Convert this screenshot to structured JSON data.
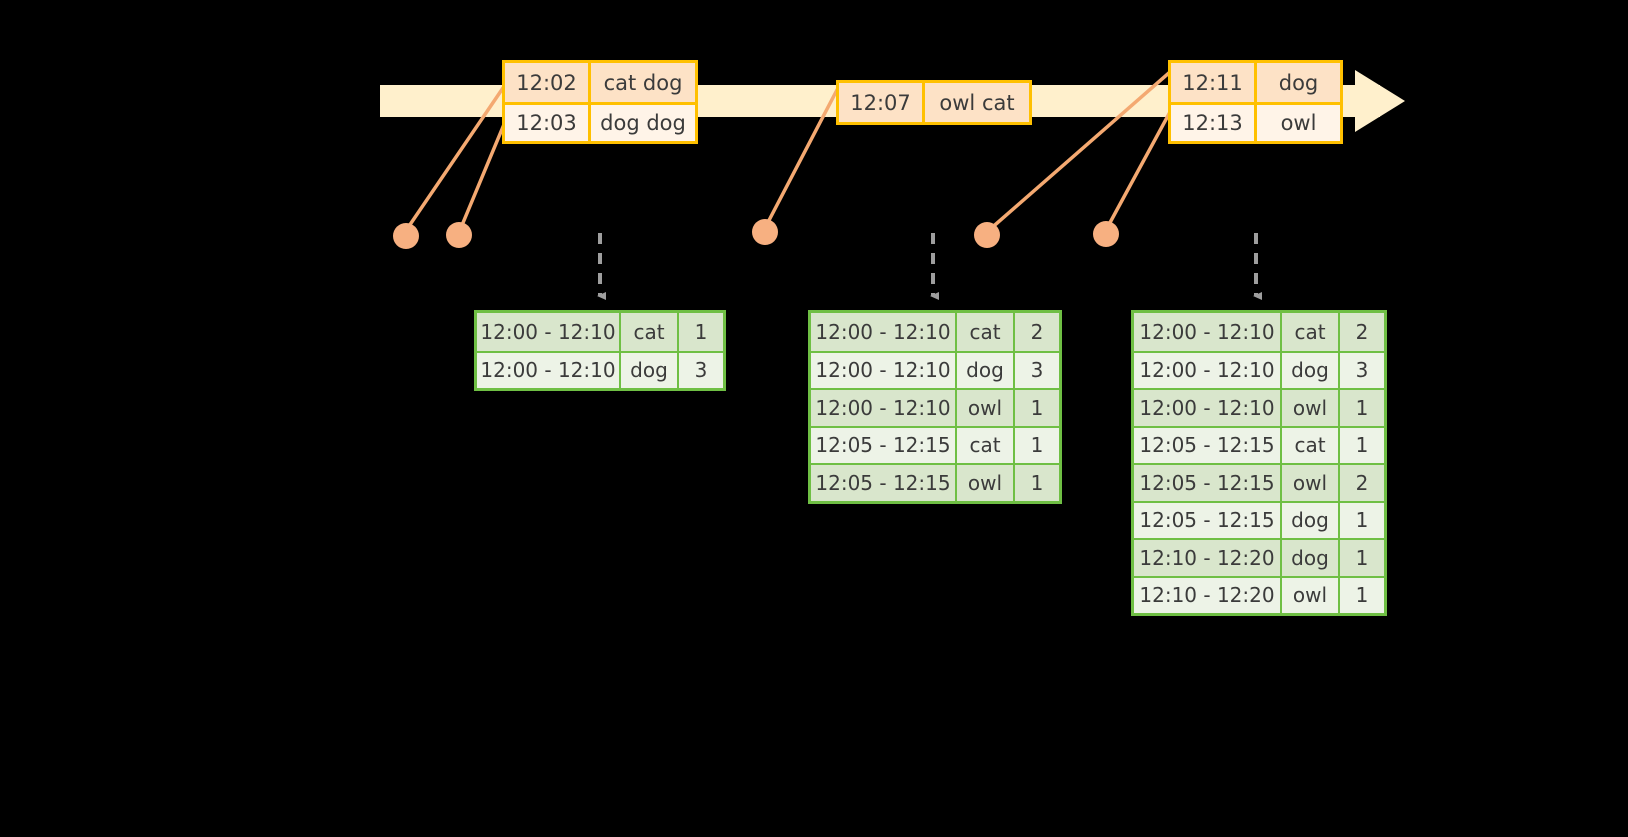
{
  "diagram": {
    "title": "windowed-aggregation-stream-diagram",
    "colors": {
      "background": "#000000",
      "stream_fill": "#FFF0CC",
      "event_border": "#FFC000",
      "event_row_shade": "#FDE2C6",
      "event_row_light": "#FFF4E8",
      "table_border": "#6FBF44",
      "table_row_shade": "#D9E6CC",
      "table_row_light": "#EDF3E7",
      "connector": "#F4A971",
      "dot": "#F7B081",
      "arrow_gray": "#9E9E9E",
      "text": "#3b3b3b"
    }
  },
  "stream": {
    "name": "event-stream-arrow",
    "direction": "right"
  },
  "events": [
    {
      "name": "event-group-1",
      "rows": [
        {
          "time": "12:02",
          "payload": "cat dog"
        },
        {
          "time": "12:03",
          "payload": "dog dog"
        }
      ]
    },
    {
      "name": "event-group-2",
      "rows": [
        {
          "time": "12:07",
          "payload": "owl cat"
        }
      ]
    },
    {
      "name": "event-group-3",
      "rows": [
        {
          "time": "12:11",
          "payload": "dog"
        },
        {
          "time": "12:13",
          "payload": "owl"
        }
      ]
    }
  ],
  "results": [
    {
      "name": "result-table-1",
      "rows": [
        {
          "window": "12:00 - 12:10",
          "key": "cat",
          "count": "1"
        },
        {
          "window": "12:00 - 12:10",
          "key": "dog",
          "count": "3"
        }
      ]
    },
    {
      "name": "result-table-2",
      "rows": [
        {
          "window": "12:00 - 12:10",
          "key": "cat",
          "count": "2"
        },
        {
          "window": "12:00 - 12:10",
          "key": "dog",
          "count": "3"
        },
        {
          "window": "12:00 - 12:10",
          "key": "owl",
          "count": "1"
        },
        {
          "window": "12:05 - 12:15",
          "key": "cat",
          "count": "1"
        },
        {
          "window": "12:05 - 12:15",
          "key": "owl",
          "count": "1"
        }
      ]
    },
    {
      "name": "result-table-3",
      "rows": [
        {
          "window": "12:00 - 12:10",
          "key": "cat",
          "count": "2"
        },
        {
          "window": "12:00 - 12:10",
          "key": "dog",
          "count": "3"
        },
        {
          "window": "12:00 - 12:10",
          "key": "owl",
          "count": "1"
        },
        {
          "window": "12:05 - 12:15",
          "key": "cat",
          "count": "1"
        },
        {
          "window": "12:05 - 12:15",
          "key": "owl",
          "count": "2"
        },
        {
          "window": "12:05 - 12:15",
          "key": "dog",
          "count": "1"
        },
        {
          "window": "12:10 - 12:20",
          "key": "dog",
          "count": "1"
        },
        {
          "window": "12:10 - 12:20",
          "key": "owl",
          "count": "1"
        }
      ]
    }
  ],
  "markers": [
    {
      "name": "event-marker-1"
    },
    {
      "name": "event-marker-2"
    },
    {
      "name": "event-marker-3"
    },
    {
      "name": "event-marker-4"
    },
    {
      "name": "event-marker-5"
    }
  ]
}
